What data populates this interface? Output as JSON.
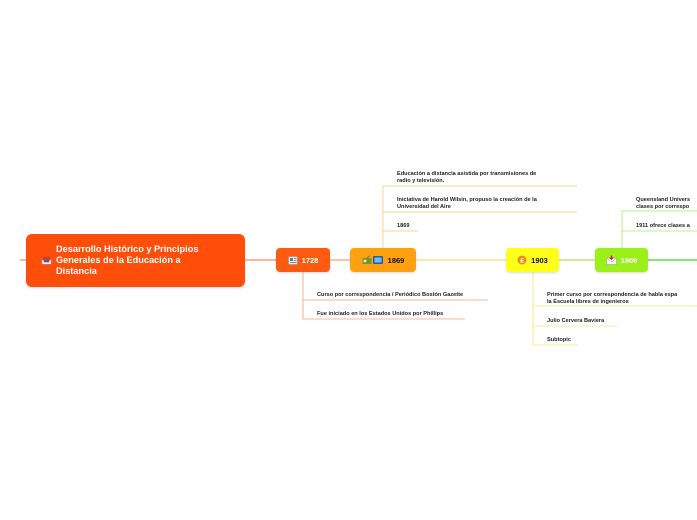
{
  "root": {
    "label_lines": [
      "Desarrollo Histórico y Principios",
      "Generales de la Educación a",
      "Distancia"
    ],
    "icon": "books-icon"
  },
  "nodes": {
    "n1728": {
      "label": "1728",
      "icon": "newspaper-icon"
    },
    "n1869": {
      "label": "1869",
      "icon": "radio-tv-icon"
    },
    "n1903": {
      "label": "1903",
      "icon": "coin-icon"
    },
    "n1909": {
      "label": "1909",
      "icon": "mail-icon"
    }
  },
  "subtopics": {
    "s1728_1": "Curso por correspondencia / Periódico Bostón Gazette",
    "s1728_2": "Fue iniciado en los Estados Unidos por Phillips",
    "s1869_1": [
      "Educación a distancia asistida por transmisiones de",
      "radio y televisión."
    ],
    "s1869_2": [
      "Iniciativa de Harold Wilsin, propuso la creación de la",
      "Universidad del Aire"
    ],
    "s1869_3": "1869",
    "s1903_1": [
      "Primer curso por correspondencia de habla espa",
      "la Escuela libres de ingenieros"
    ],
    "s1903_2": "Julio Cervera Baviera",
    "s1903_3": "Subtopic",
    "s1909_1": [
      "Queensland Univers",
      "clases por correspo"
    ],
    "s1909_2": "1911 ofrece clases a"
  },
  "colors": {
    "root": "#ff4d0a",
    "n1728": "#ff5a12",
    "n1869": "#ffa010",
    "n1903": "#ffff1a",
    "n1909": "#9bf01a",
    "link_root": "#ff7a3a",
    "link_1728": "#ff8a50",
    "link_1869": "#ffc04a",
    "link_1903": "#f5e94a",
    "link_1909": "#7ee020"
  }
}
